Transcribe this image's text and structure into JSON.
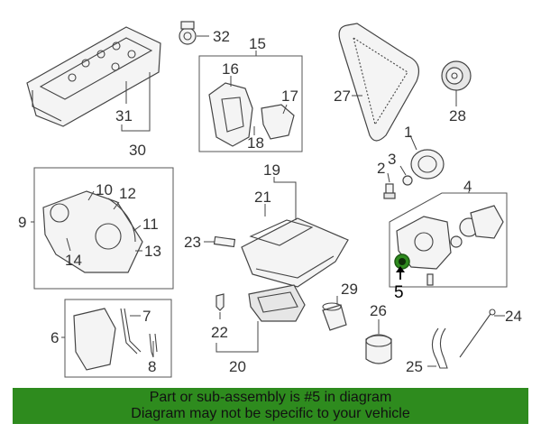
{
  "callouts": {
    "c1": "1",
    "c2": "2",
    "c3": "3",
    "c4": "4",
    "c5": "5",
    "c6": "6",
    "c7": "7",
    "c8": "8",
    "c9": "9",
    "c10": "10",
    "c11": "11",
    "c12": "12",
    "c13": "13",
    "c14": "14",
    "c15": "15",
    "c16": "16",
    "c17": "17",
    "c18": "18",
    "c19": "19",
    "c20": "20",
    "c21": "21",
    "c22": "22",
    "c23": "23",
    "c24": "24",
    "c25": "25",
    "c26": "26",
    "c27": "27",
    "c28": "28",
    "c29": "29",
    "c30": "30",
    "c31": "31",
    "c32": "32"
  },
  "highlight_color": "#2e8b1e",
  "banner": {
    "line1": "Part or sub-assembly is #5 in diagram",
    "line2": "Diagram may not be specific to your vehicle"
  }
}
